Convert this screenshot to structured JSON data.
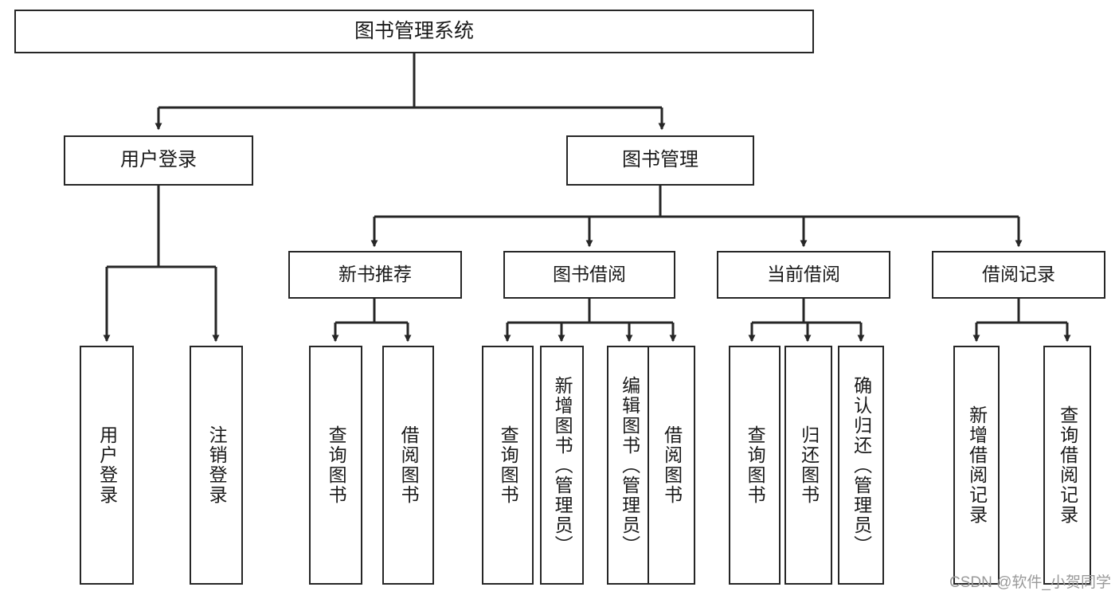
{
  "diagram": {
    "title": "图书管理系统",
    "type": "tree",
    "watermark": "CSDN @软件_小贺同学",
    "colors": {
      "background": "#ffffff",
      "box_border": "#262626",
      "box_fill": "#ffffff",
      "text": "#1a1a1a",
      "edge": "#262626",
      "watermark": "#9a9a9a"
    },
    "root": {
      "label": "图书管理系统"
    },
    "level2": [
      {
        "id": "user-login",
        "label": "用户登录"
      },
      {
        "id": "book-manage",
        "label": "图书管理"
      }
    ],
    "level3": [
      {
        "id": "new-book-recommend",
        "label": "新书推荐"
      },
      {
        "id": "book-borrow",
        "label": "图书借阅"
      },
      {
        "id": "current-borrow",
        "label": "当前借阅"
      },
      {
        "id": "borrow-record",
        "label": "借阅记录"
      }
    ],
    "leaves": [
      {
        "id": "leaf-user-login",
        "parent": "user-login",
        "label": "用户登录"
      },
      {
        "id": "leaf-user-logout",
        "parent": "user-login",
        "label": "注销登录"
      },
      {
        "id": "leaf-query-book-1",
        "parent": "new-book-recommend",
        "label": "查询图书"
      },
      {
        "id": "leaf-borrow-book-1",
        "parent": "new-book-recommend",
        "label": "借阅图书"
      },
      {
        "id": "leaf-query-book-2",
        "parent": "book-borrow",
        "label": "查询图书"
      },
      {
        "id": "leaf-add-book",
        "parent": "book-borrow",
        "label": "新增图书（管理员）"
      },
      {
        "id": "leaf-edit-book",
        "parent": "book-borrow",
        "label": "编辑图书（管理员）"
      },
      {
        "id": "leaf-borrow-book-2",
        "parent": "book-borrow",
        "label": "借阅图书"
      },
      {
        "id": "leaf-query-book-3",
        "parent": "current-borrow",
        "label": "查询图书"
      },
      {
        "id": "leaf-return-book",
        "parent": "current-borrow",
        "label": "归还图书"
      },
      {
        "id": "leaf-confirm-return",
        "parent": "current-borrow",
        "label": "确认归还（管理员）"
      },
      {
        "id": "leaf-add-borrow-record",
        "parent": "borrow-record",
        "label": "新增借阅记录"
      },
      {
        "id": "leaf-query-borrow-record",
        "parent": "borrow-record",
        "label": "查询借阅记录"
      }
    ]
  }
}
